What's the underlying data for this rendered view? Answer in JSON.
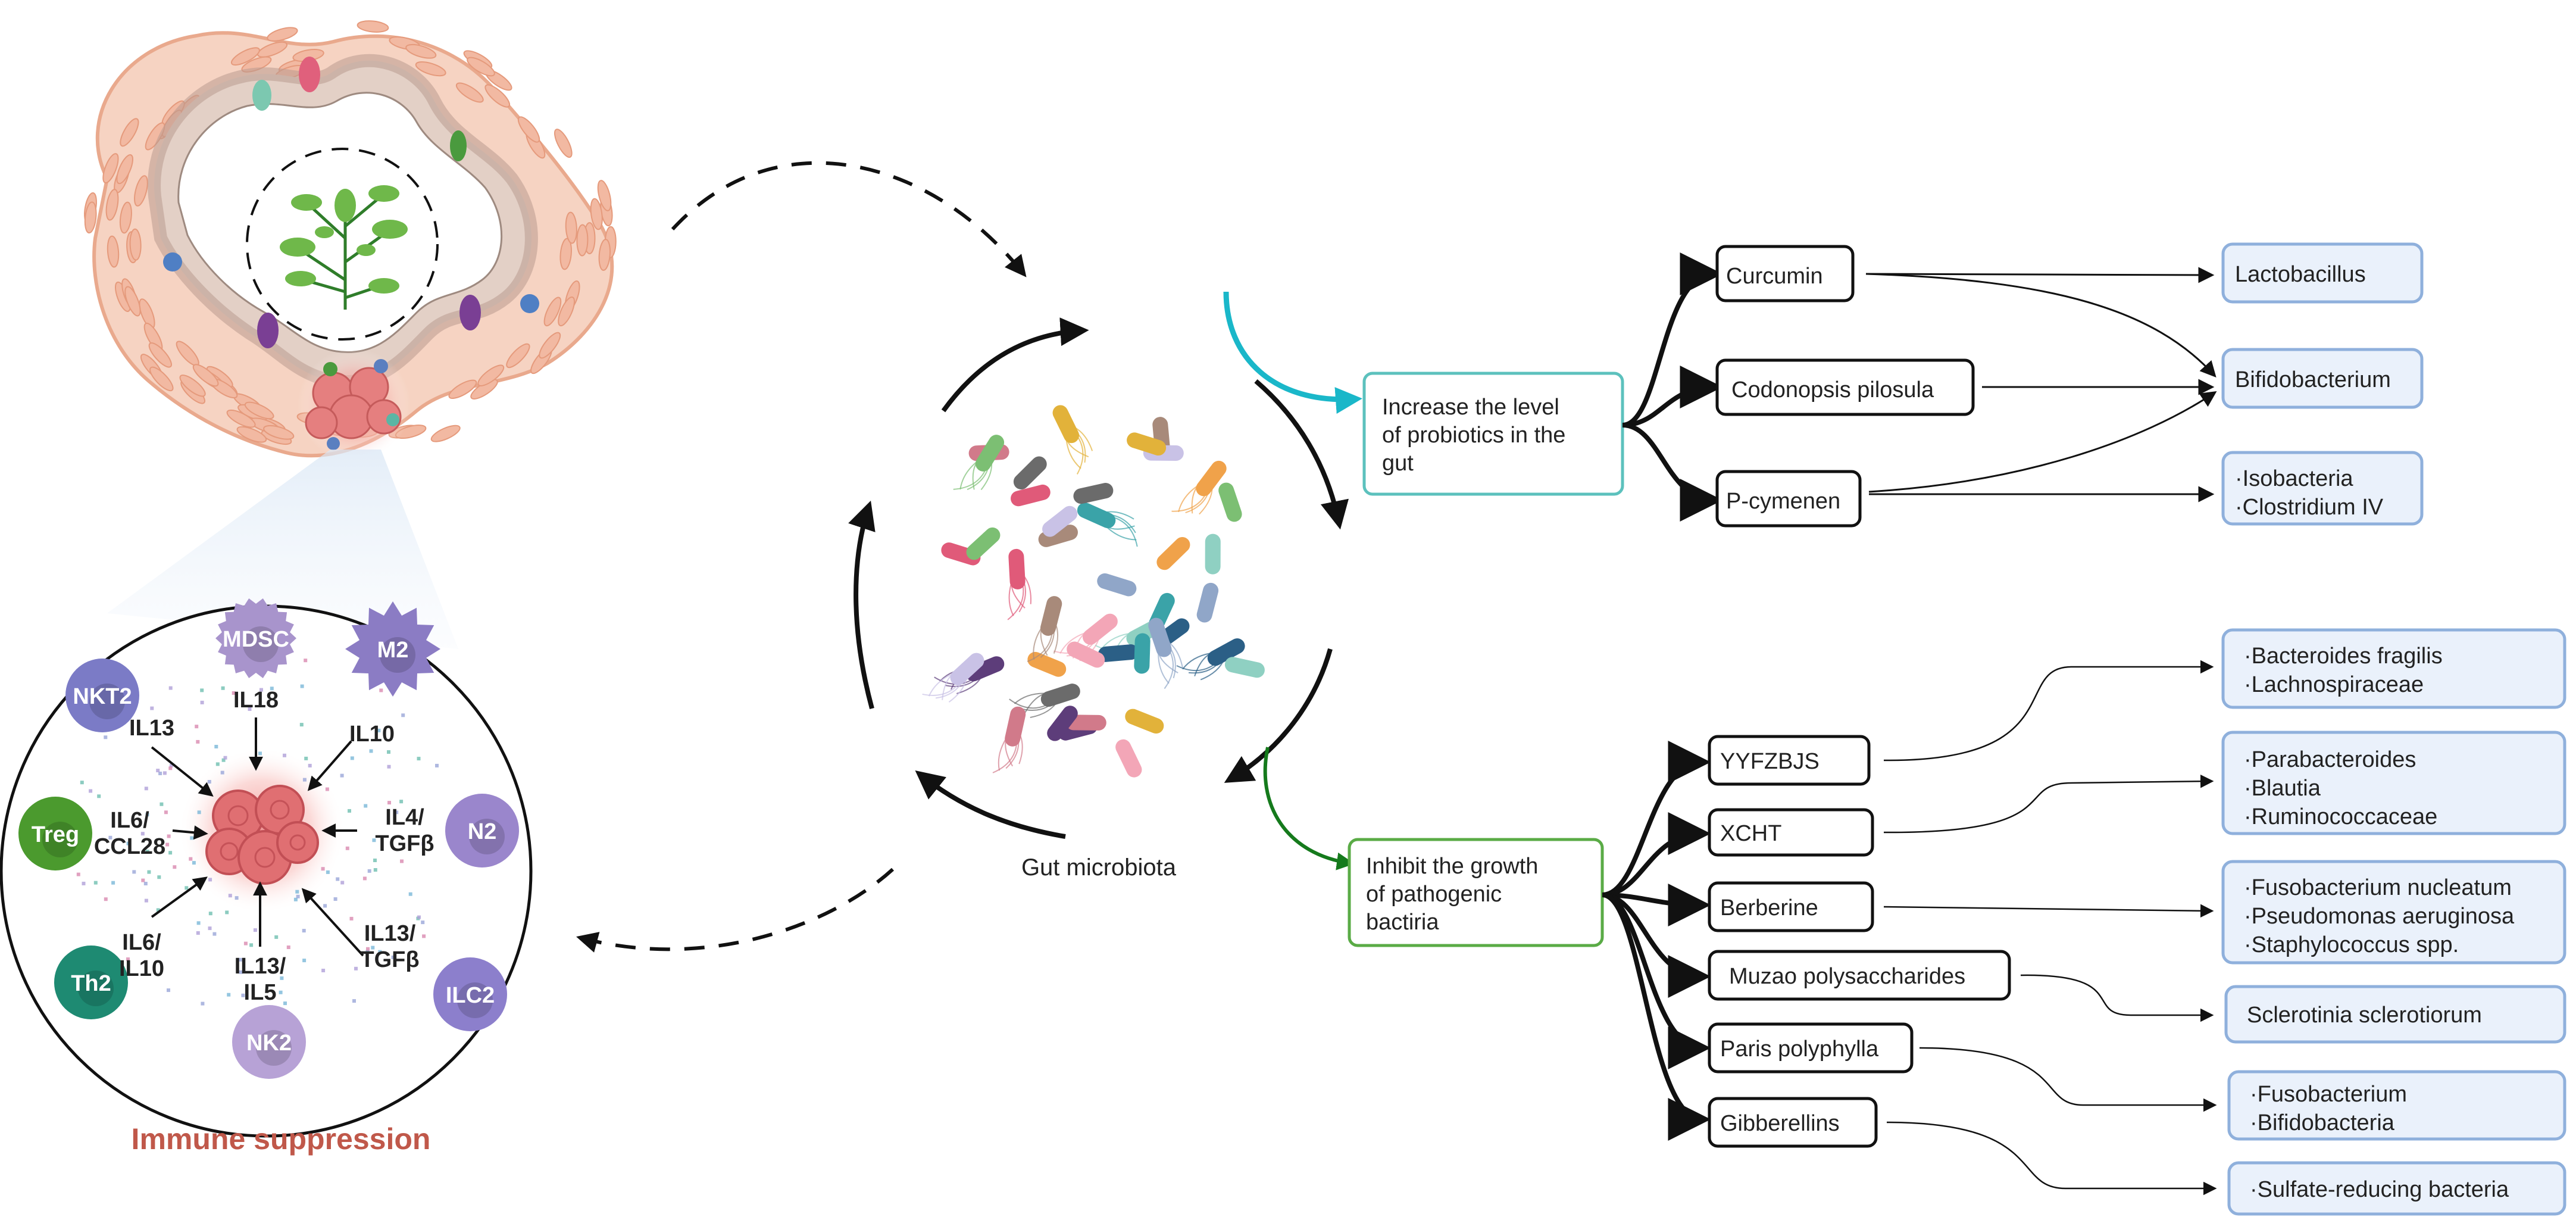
{
  "tumor_panel": {
    "title": "Immune suppression",
    "cells": [
      {
        "name": "MDSC",
        "color": "#a894cc",
        "cytokine": [
          "IL18"
        ]
      },
      {
        "name": "M2",
        "color": "#8b7cc4",
        "cytokine": [
          "IL10"
        ]
      },
      {
        "name": "N2",
        "color": "#9a86cc",
        "cytokine": [
          "IL4/",
          "TGFβ"
        ]
      },
      {
        "name": "ILC2",
        "color": "#8c7fcc",
        "cytokine": [
          "IL13/",
          "TGFβ"
        ]
      },
      {
        "name": "NK2",
        "color": "#b7a2d6",
        "cytokine": [
          "IL13/",
          "IL5"
        ]
      },
      {
        "name": "Th2",
        "color": "#1e8a72",
        "cytokine": [
          "IL6/",
          "IL10"
        ]
      },
      {
        "name": "Treg",
        "color": "#4b9a2e",
        "cytokine": [
          "IL6/",
          "CCL28"
        ]
      },
      {
        "name": "NKT2",
        "color": "#7b7bc6",
        "cytokine": [
          "IL13"
        ]
      }
    ]
  },
  "microbiota": {
    "label": "Gut microbiota"
  },
  "probiotics": {
    "heading": [
      "Increase the level",
      "of probiotics in the",
      "gut"
    ],
    "colors": {
      "border": "#5cc1bd",
      "arrow": "#1ab7c9"
    },
    "herbs": [
      "Curcumin",
      "Codonopsis pilosula",
      "P-cymenen"
    ],
    "targets": [
      [
        "Lactobacillus"
      ],
      [
        "Bifidobacterium"
      ],
      [
        "·Isobacteria",
        "·Clostridium IV"
      ]
    ]
  },
  "pathogens": {
    "heading": [
      "Inhibit the growth",
      "of pathogenic",
      "bactiria"
    ],
    "colors": {
      "border": "#5aab46",
      "arrow": "#157a1c"
    },
    "herbs": [
      "YYFZBJS",
      "XCHT",
      "Berberine",
      "Muzao polysaccharides",
      "Paris polyphylla",
      "Gibberellins"
    ],
    "targets": [
      [
        "·Bacteroides fragilis",
        "·Lachnospiraceae"
      ],
      [
        "·Parabacteroides",
        "·Blautia",
        "·Ruminococcaceae"
      ],
      [
        "·Fusobacterium nucleatum",
        "·Pseudomonas aeruginosa",
        "·Staphylococcus spp."
      ],
      [
        "Sclerotinia sclerotiorum"
      ],
      [
        "·Fusobacterium",
        "·Bifidobacteria"
      ],
      [
        "·Sulfate-reducing bacteria"
      ]
    ]
  },
  "colors": {
    "target_fill": "#eaf1fb",
    "target_border": "#8fb0dc",
    "tumor": "#e07a7a",
    "tissue": "#f3c9b5",
    "title_red": "#c0584a"
  }
}
